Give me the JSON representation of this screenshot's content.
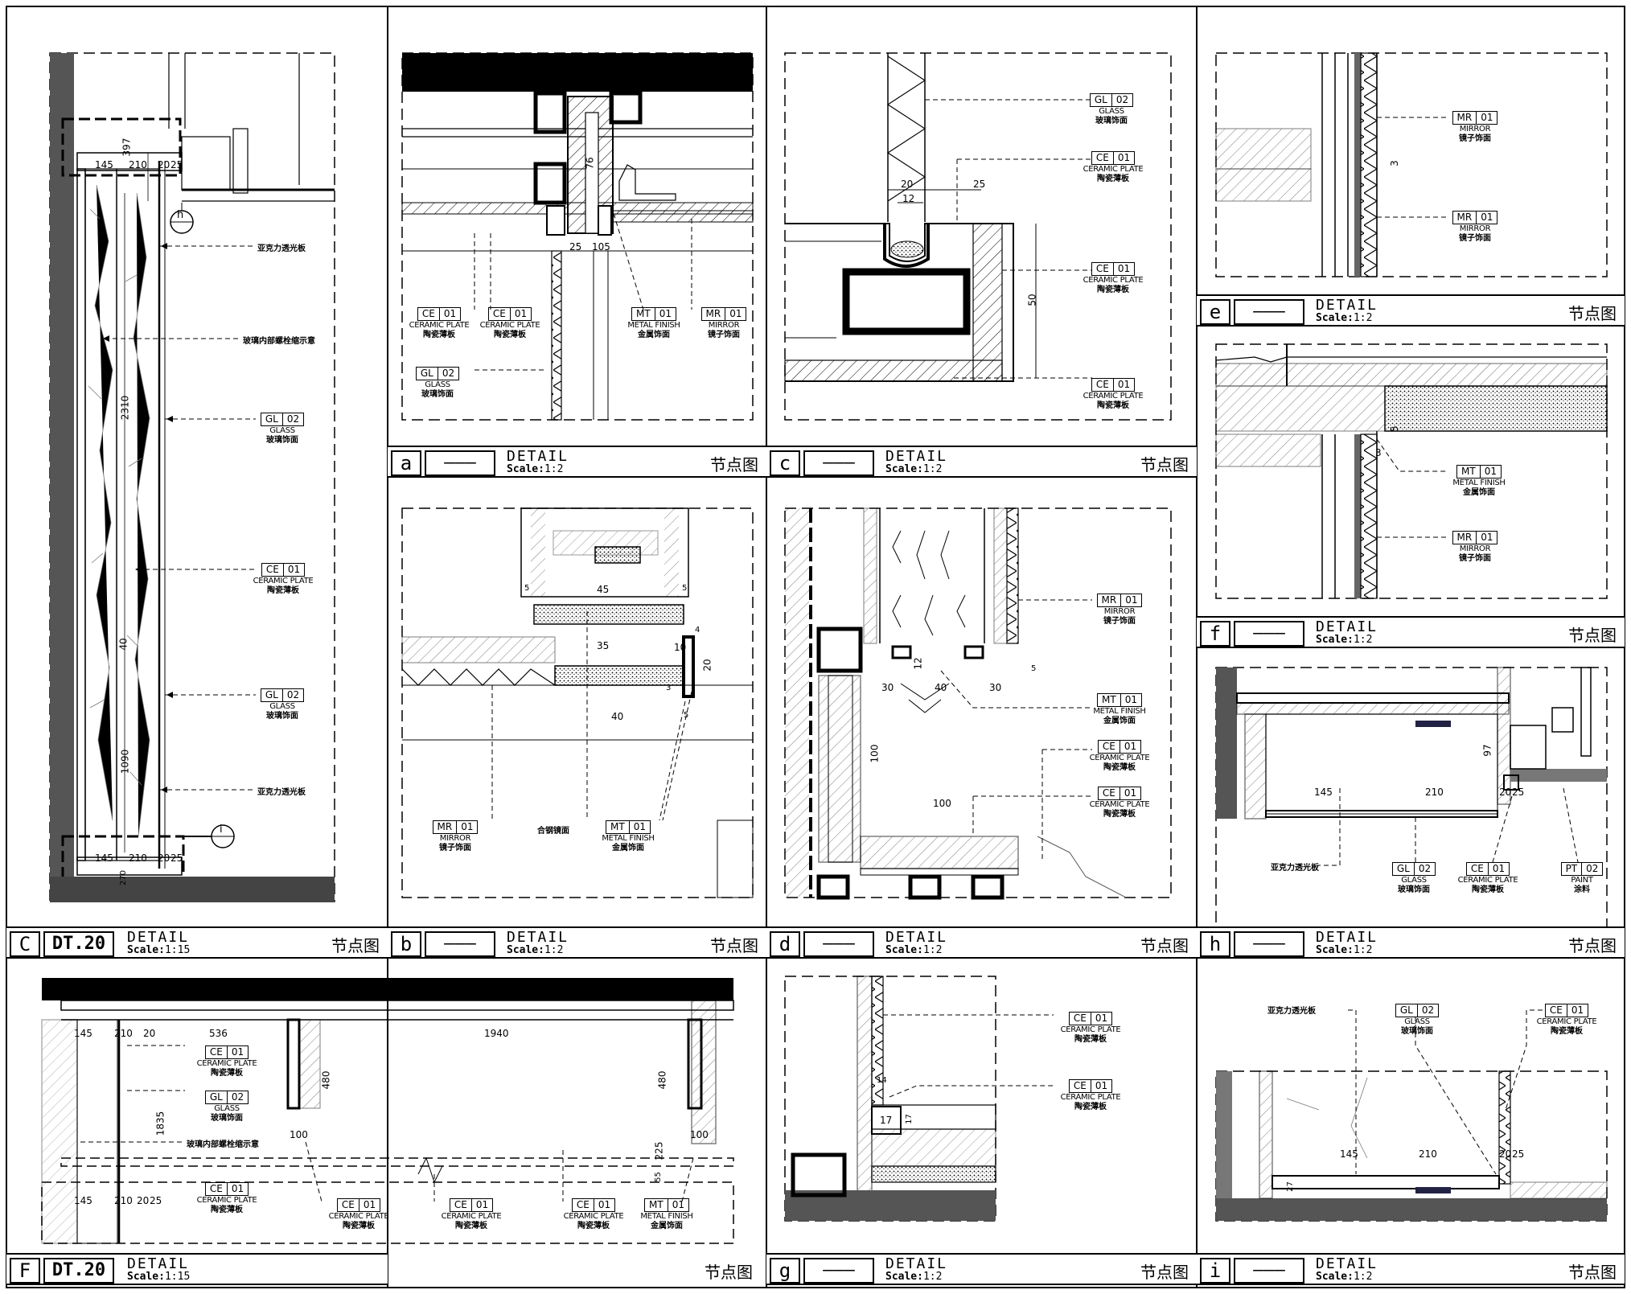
{
  "drawing": {
    "panels": [
      {
        "id": "C",
        "ref": "DT.20",
        "title": "DETAIL",
        "scale_label": "Scale:",
        "scale": "1:15",
        "node": "节点图"
      },
      {
        "id": "a",
        "ref": "———",
        "title": "DETAIL",
        "scale_label": "Scale:",
        "scale": "1:2",
        "node": "节点图"
      },
      {
        "id": "b",
        "ref": "———",
        "title": "DETAIL",
        "scale_label": "Scale:",
        "scale": "1:2",
        "node": "节点图"
      },
      {
        "id": "c",
        "ref": "———",
        "title": "DETAIL",
        "scale_label": "Scale:",
        "scale": "1:2",
        "node": "节点图"
      },
      {
        "id": "d",
        "ref": "———",
        "title": "DETAIL",
        "scale_label": "Scale:",
        "scale": "1:2",
        "node": "节点图"
      },
      {
        "id": "e",
        "ref": "———",
        "title": "DETAIL",
        "scale_label": "Scale:",
        "scale": "1:2",
        "node": "节点图"
      },
      {
        "id": "f",
        "ref": "———",
        "title": "DETAIL",
        "scale_label": "Scale:",
        "scale": "1:2",
        "node": "节点图"
      },
      {
        "id": "h",
        "ref": "———",
        "title": "DETAIL",
        "scale_label": "Scale:",
        "scale": "1:2",
        "node": "节点图"
      },
      {
        "id": "F",
        "ref": "DT.20",
        "title": "DETAIL",
        "scale_label": "Scale:",
        "scale": "1:15",
        "node": "节点图"
      },
      {
        "id": "g",
        "ref": "———",
        "title": "DETAIL",
        "scale_label": "Scale:",
        "scale": "1:2",
        "node": "节点图"
      },
      {
        "id": "i",
        "ref": "———",
        "title": "DETAIL",
        "scale_label": "Scale:",
        "scale": "1:2",
        "node": "节点图"
      }
    ],
    "tags": {
      "ce01": {
        "code": "CE",
        "num": "01",
        "en": "CERAMIC PLATE",
        "cn": "陶瓷薄板"
      },
      "gl02": {
        "code": "GL",
        "num": "02",
        "en": "GLASS",
        "cn": "玻璃饰面"
      },
      "mt01": {
        "code": "MT",
        "num": "01",
        "en": "METAL FINISH",
        "cn": "金属饰面"
      },
      "mr01": {
        "code": "MR",
        "num": "01",
        "en": "MIRROR",
        "cn": "镜子饰面"
      },
      "pt02": {
        "code": "PT",
        "num": "02",
        "en": "PAINT",
        "cn": "涂料"
      }
    },
    "notes": {
      "acrylic": "亚克力透光板",
      "glass_inner": "玻璃内部螺栓缩示意",
      "mirror_glass": "合钢镜面"
    },
    "callouts": {
      "h": "h",
      "i": "i"
    },
    "dims": {
      "C": [
        "145",
        "210",
        "20",
        "25",
        "397",
        "2310",
        "1090",
        "40",
        "145",
        "210",
        "20",
        "25",
        "270"
      ],
      "a": [
        "76",
        "25",
        "105"
      ],
      "b": [
        "45",
        "5",
        "5",
        "35",
        "10",
        "20",
        "40",
        "5",
        "3",
        "4"
      ],
      "c": [
        "20",
        "12",
        "25",
        "50"
      ],
      "d": [
        "30",
        "40",
        "30",
        "12",
        "100",
        "100",
        "5"
      ],
      "e": [
        "3"
      ],
      "f": [
        "5",
        "3"
      ],
      "h": [
        "145",
        "210",
        "20",
        "25",
        "97"
      ],
      "F": [
        "145",
        "210",
        "20",
        "536",
        "1940",
        "480",
        "1835",
        "480",
        "100",
        "225",
        "55",
        "100",
        "145",
        "210",
        "20",
        "25"
      ],
      "g": [
        "17",
        "14",
        "17"
      ],
      "i": [
        "145",
        "210",
        "20",
        "25",
        "27"
      ]
    }
  }
}
